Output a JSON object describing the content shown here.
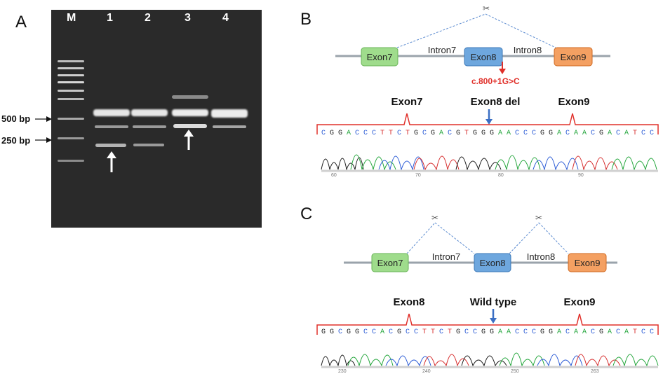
{
  "panels": {
    "a": {
      "label": "A",
      "lanes": [
        "M",
        "1",
        "2",
        "3",
        "4"
      ],
      "sizes": [
        "500 bp",
        "250 bp"
      ]
    },
    "b": {
      "label": "B",
      "exons": [
        "Exon7",
        "Exon8",
        "Exon9"
      ],
      "introns": [
        "Intron7",
        "Intron8"
      ],
      "mutation": "c.800+1G>C",
      "annotations": [
        "Exon7",
        "Exon8 del",
        "Exon9"
      ],
      "sequence": "CGGACCCTTCTGCGACGTGGGAACCCGGACAACGACATCC",
      "ticks": [
        "60",
        "70",
        "80",
        "90"
      ]
    },
    "c": {
      "label": "C",
      "exons": [
        "Exon7",
        "Exon8",
        "Exon9"
      ],
      "introns": [
        "Intron7",
        "Intron8"
      ],
      "annotations": [
        "Exon8",
        "Wild type",
        "Exon9"
      ],
      "sequence": "GGCGGCCACGCCTTCTGCCGGAACCCGGACAACGACATCC",
      "ticks": [
        "230",
        "240",
        "250",
        "263"
      ]
    }
  },
  "colors": {
    "exon7": "#8fd67a",
    "exon8": "#5b9bd5",
    "exon9": "#f08a3c",
    "bracket": "#e0302a",
    "arrow_blue": "#3b6fc4",
    "mutation": "#e0302a"
  }
}
